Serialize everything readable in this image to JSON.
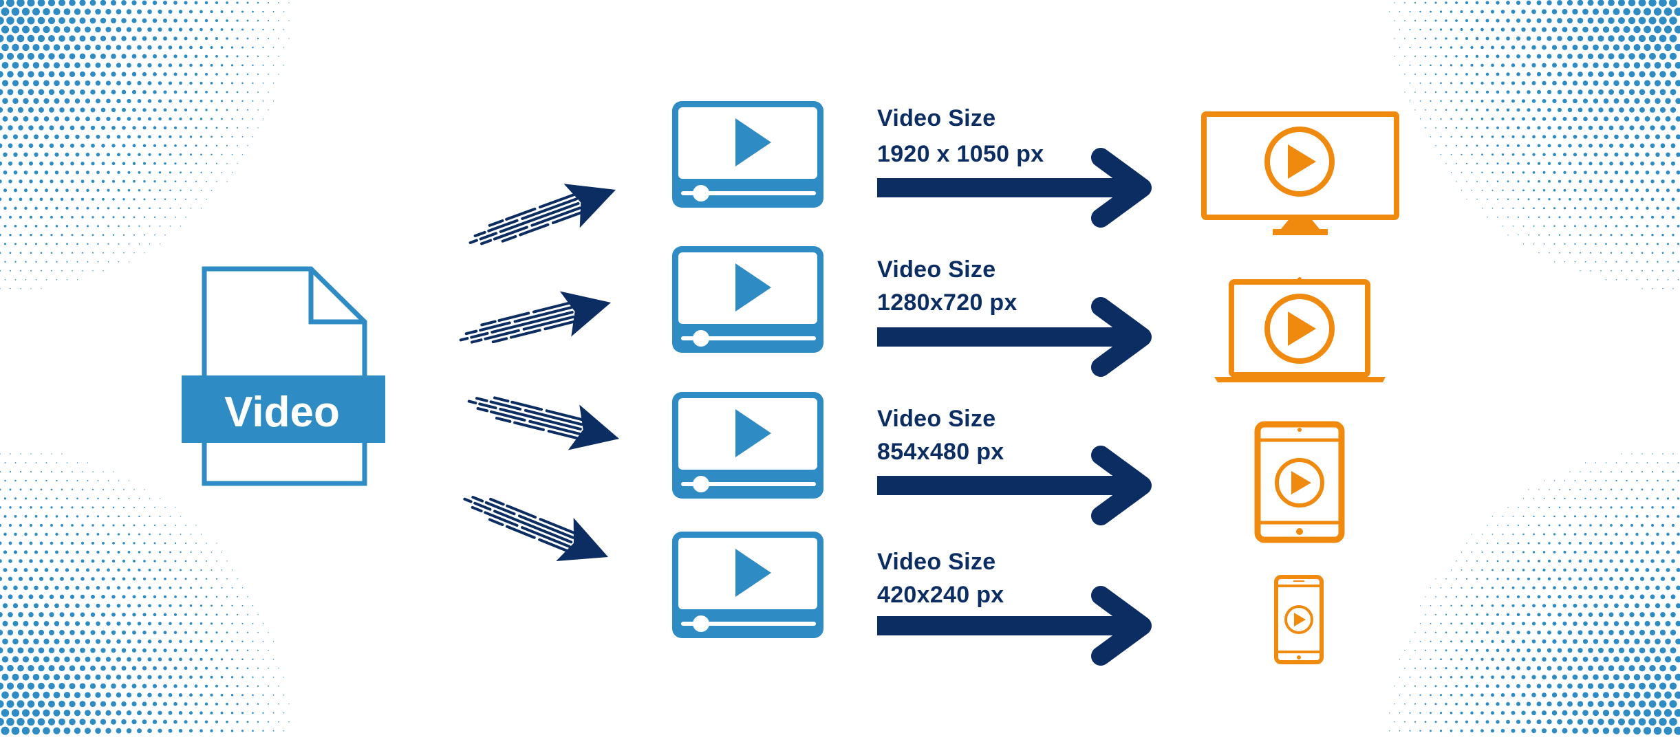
{
  "source_file": {
    "label": "Video"
  },
  "renditions": [
    {
      "heading": "Video Size",
      "size": "1920 x 1050 px",
      "device": "monitor"
    },
    {
      "heading": "Video Size",
      "size": "1280x720 px",
      "device": "laptop"
    },
    {
      "heading": "Video Size",
      "size": "854x480 px",
      "device": "tablet"
    },
    {
      "heading": "Video Size",
      "size": "420x240 px",
      "device": "phone"
    }
  ],
  "icons": {
    "source": "video-file-icon",
    "player": "video-player-icon",
    "arrow": "right-arrow-icon",
    "motion": "motion-arrow-icon",
    "monitor": "monitor-play-icon",
    "laptop": "laptop-play-icon",
    "tablet": "tablet-play-icon",
    "phone": "phone-play-icon"
  },
  "colors": {
    "player_blue": "#2e8bc3",
    "navy": "#0c2d62",
    "orange": "#f08a0e",
    "dots": "#2e8bc3"
  }
}
